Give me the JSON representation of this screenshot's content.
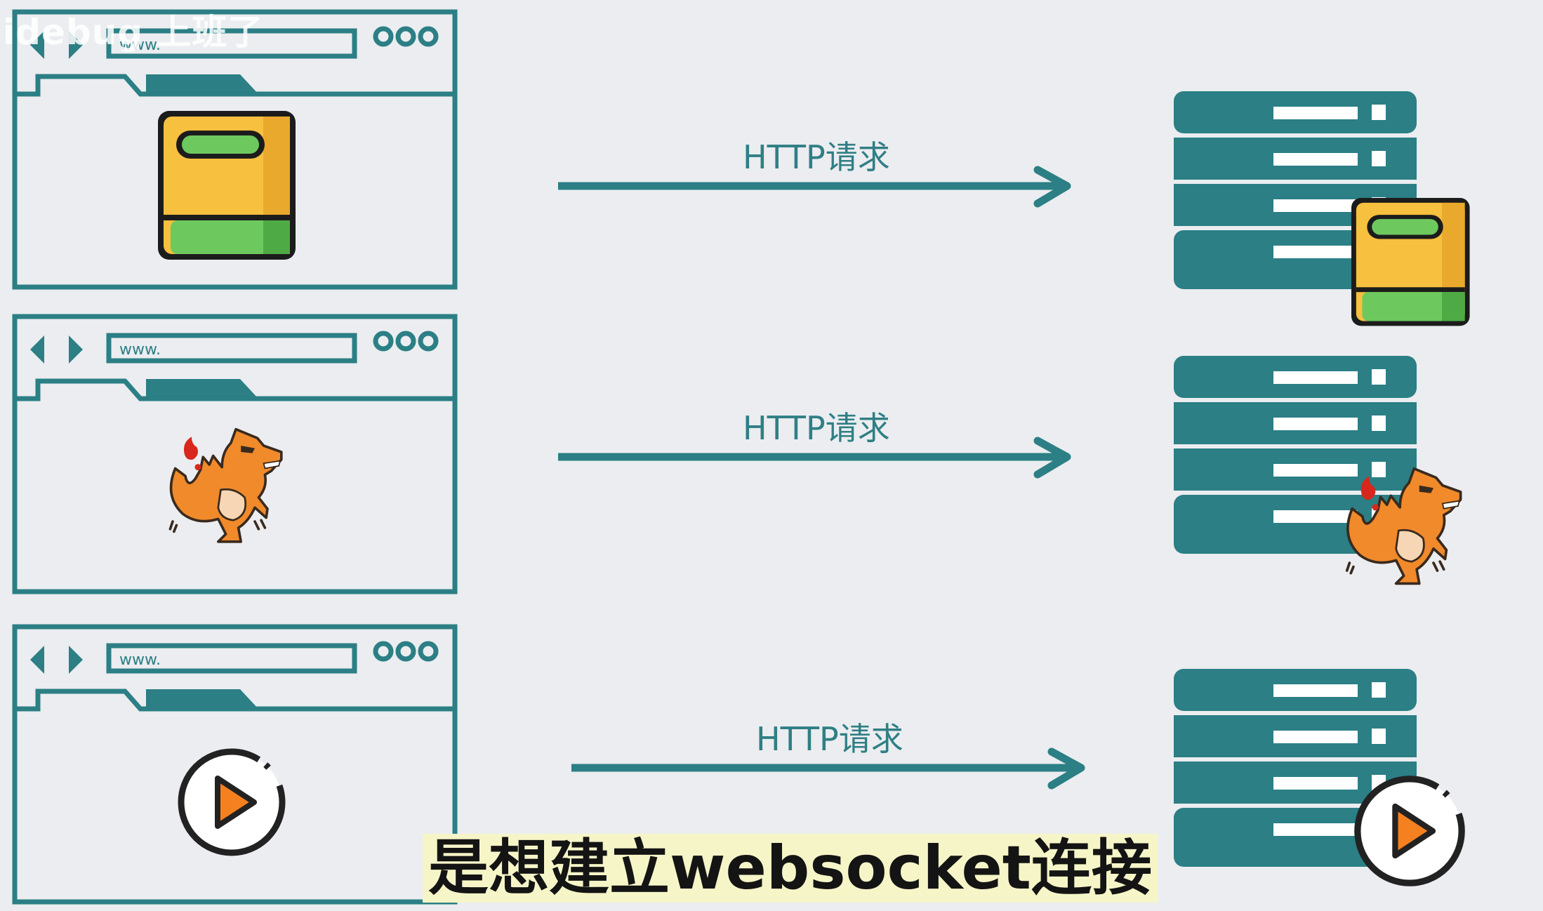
{
  "watermark": "idebug 上班了",
  "browsers": [
    {
      "url_text": "www.",
      "content_icon": "book-icon"
    },
    {
      "url_text": "www.",
      "content_icon": "dinosaur-icon"
    },
    {
      "url_text": "www.",
      "content_icon": "play-icon"
    }
  ],
  "arrows": [
    {
      "label": "HTTP请求"
    },
    {
      "label": "HTTP请求"
    },
    {
      "label": "HTTP请求"
    }
  ],
  "servers": [
    {
      "badge_icon": "book-icon"
    },
    {
      "badge_icon": "dinosaur-icon"
    },
    {
      "badge_icon": "play-icon"
    }
  ],
  "subtitle": "是想建立websocket连接",
  "colors": {
    "teal": "#2b7f85",
    "background": "#ebedf0",
    "book_yellow": "#f7c03e",
    "book_green": "#6dc95e",
    "dino_orange": "#f08a2b",
    "play_orange": "#f4801f",
    "subtitle_bg": "#f6f5c8"
  }
}
